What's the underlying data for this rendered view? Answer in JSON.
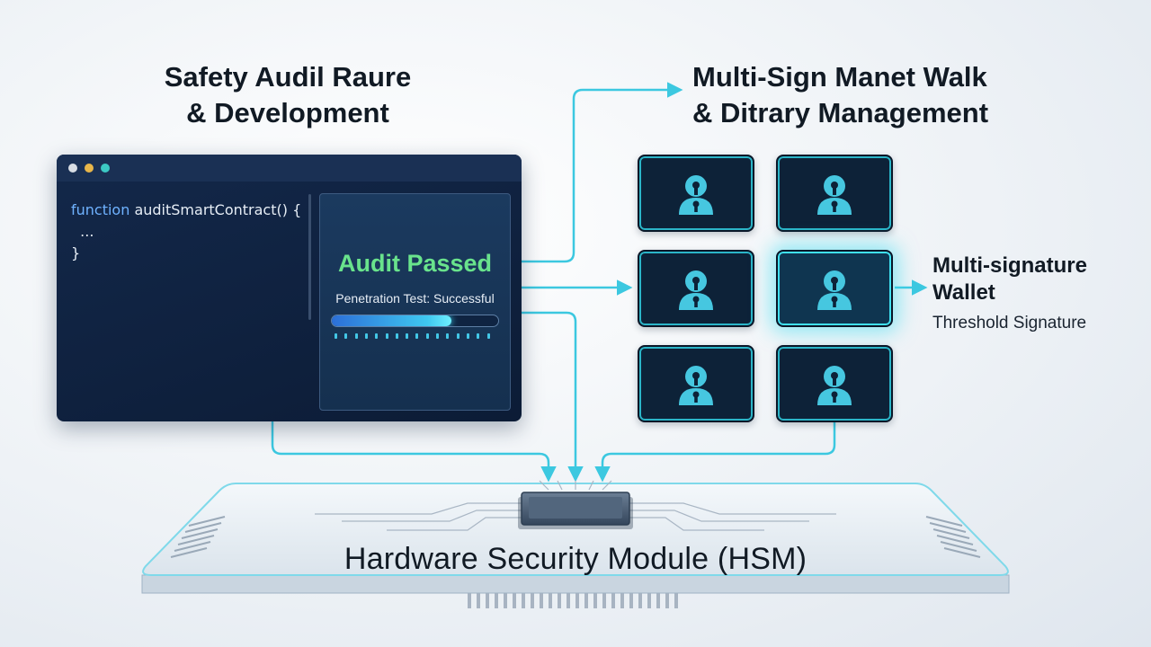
{
  "left_heading": {
    "line1": "Safety Audil Raure",
    "line2": "& Development"
  },
  "right_heading": {
    "line1": "Multi-Sign Manet Walk",
    "line2": "& Ditrary Management"
  },
  "code": {
    "lines": [
      {
        "keyword": "function",
        "rest": " auditSmartContract() {"
      },
      {
        "keyword": "",
        "rest": "  ..."
      },
      {
        "keyword": "",
        "rest": "}"
      }
    ]
  },
  "audit": {
    "title": "Audit Passed",
    "subtitle": "Penetration Test: Successful",
    "progress": 0.72
  },
  "signers": [
    {
      "icon": "user-lock-icon",
      "active": false
    },
    {
      "icon": "user-lock-icon",
      "active": false
    },
    {
      "icon": "user-lock-icon",
      "active": false
    },
    {
      "icon": "user-lock-icon",
      "active": true
    },
    {
      "icon": "user-lock-icon",
      "active": false
    },
    {
      "icon": "user-lock-icon",
      "active": false
    }
  ],
  "wallet": {
    "line1": "Multi-signature",
    "line2": "Wallet",
    "note": "Threshold Signature"
  },
  "hsm": {
    "label": "Hardware Security Module (HSM)"
  },
  "colors": {
    "accent": "#3cc8e0",
    "code_bg": "#0c1c36",
    "audit_green": "#69e38c"
  }
}
